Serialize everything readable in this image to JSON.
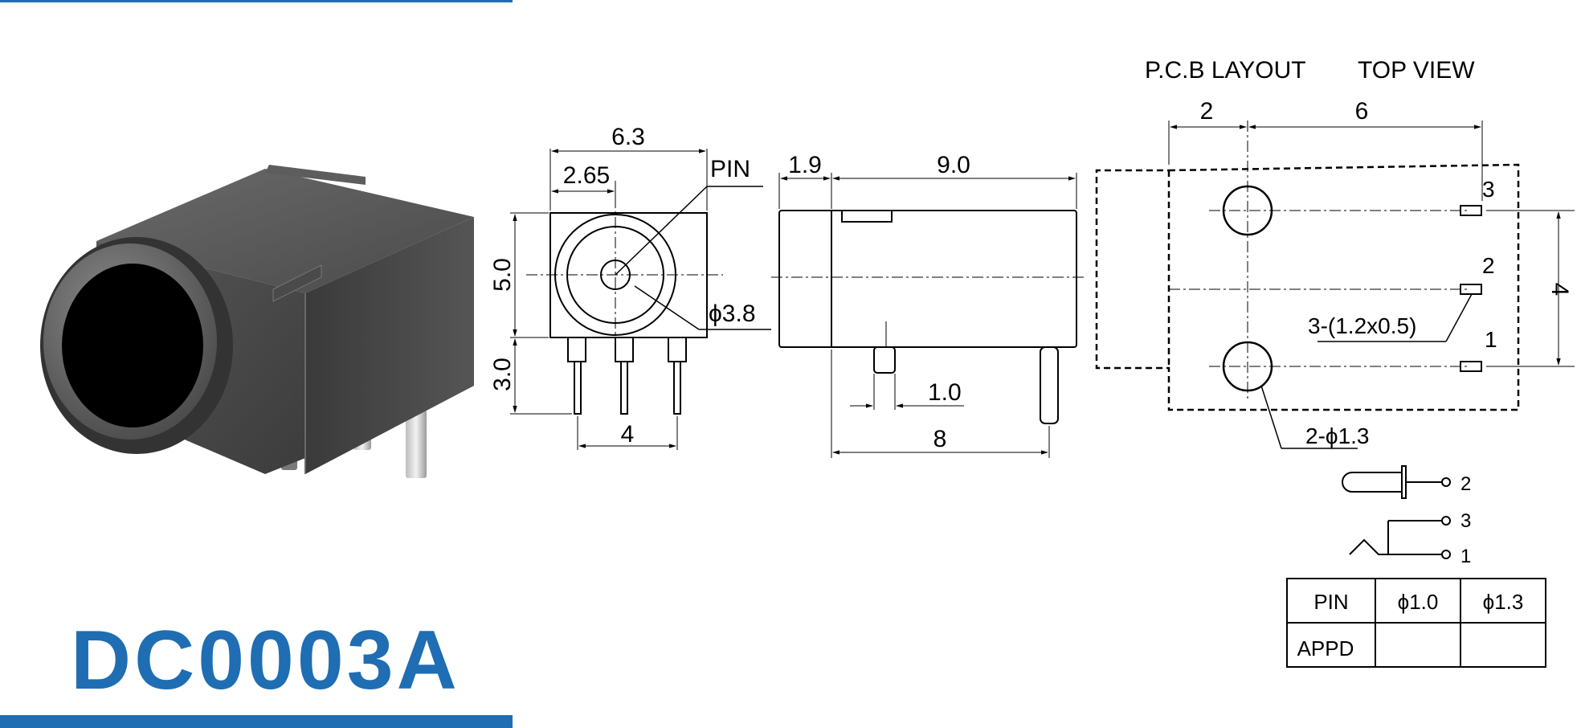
{
  "part_number": "DC0003A",
  "brand_color": "#1f6db3",
  "front_view": {
    "width": "6.3",
    "center_offset": "2.65",
    "pin_label": "PIN",
    "diameter": "ϕ3.8",
    "body_height": "5.0",
    "pin_length": "3.0",
    "pin_spacing": "4"
  },
  "side_view": {
    "front_depth": "1.9",
    "body_length": "9.0",
    "pin_width": "1.0",
    "pin_offset": "8"
  },
  "pcb_layout": {
    "title": "P.C.B LAYOUT",
    "view_title": "TOP VIEW",
    "dim_left": "2",
    "dim_right": "6",
    "dim_height": "4",
    "pin_1": "1",
    "pin_2": "2",
    "pin_3": "3",
    "slot_label": "3-(1.2x0.5)",
    "hole_label": "2-ϕ1.3"
  },
  "schematic": {
    "terminal_2": "2",
    "terminal_3": "3",
    "terminal_1": "1"
  },
  "pin_table": {
    "headers": [
      "PIN",
      "ϕ1.0",
      "ϕ1.3"
    ],
    "rows": [
      [
        "APPD",
        "",
        ""
      ]
    ]
  }
}
